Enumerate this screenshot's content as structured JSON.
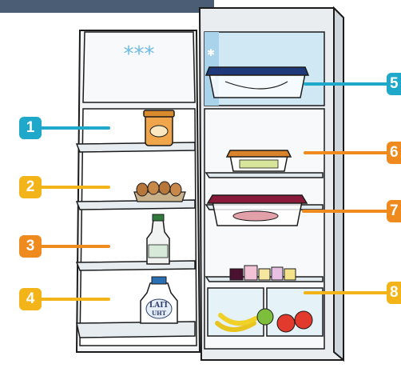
{
  "freezer_mark": "***",
  "milk_label": {
    "line1": "LAIT",
    "line2": "UHT"
  },
  "markers": [
    {
      "number": "1",
      "color": "#1fa8c9"
    },
    {
      "number": "2",
      "color": "#f2b418"
    },
    {
      "number": "3",
      "color": "#ef8a1f"
    },
    {
      "number": "4",
      "color": "#f2b418"
    },
    {
      "number": "5",
      "color": "#1fa8c9"
    },
    {
      "number": "6",
      "color": "#ef8a1f"
    },
    {
      "number": "7",
      "color": "#ef8a1f"
    },
    {
      "number": "8",
      "color": "#f2b418"
    }
  ],
  "colors": {
    "top_banner": "#4b5d75",
    "fridge_body": "#f2f4f6",
    "outline": "#1b1b1b",
    "freezer_interior": "#cfe8f4",
    "glass": "#d8edf6"
  }
}
